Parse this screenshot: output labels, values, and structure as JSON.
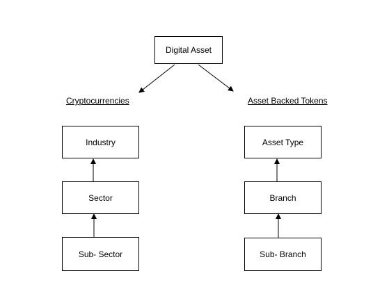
{
  "diagram": {
    "root": {
      "label": "Digital Asset"
    },
    "branches": [
      {
        "heading": "Cryptocurrencies",
        "nodes": [
          "Industry",
          "Sector",
          "Sub- Sector"
        ]
      },
      {
        "heading": "Asset Backed Tokens",
        "nodes": [
          "Asset Type",
          "Branch",
          "Sub- Branch"
        ]
      }
    ]
  }
}
